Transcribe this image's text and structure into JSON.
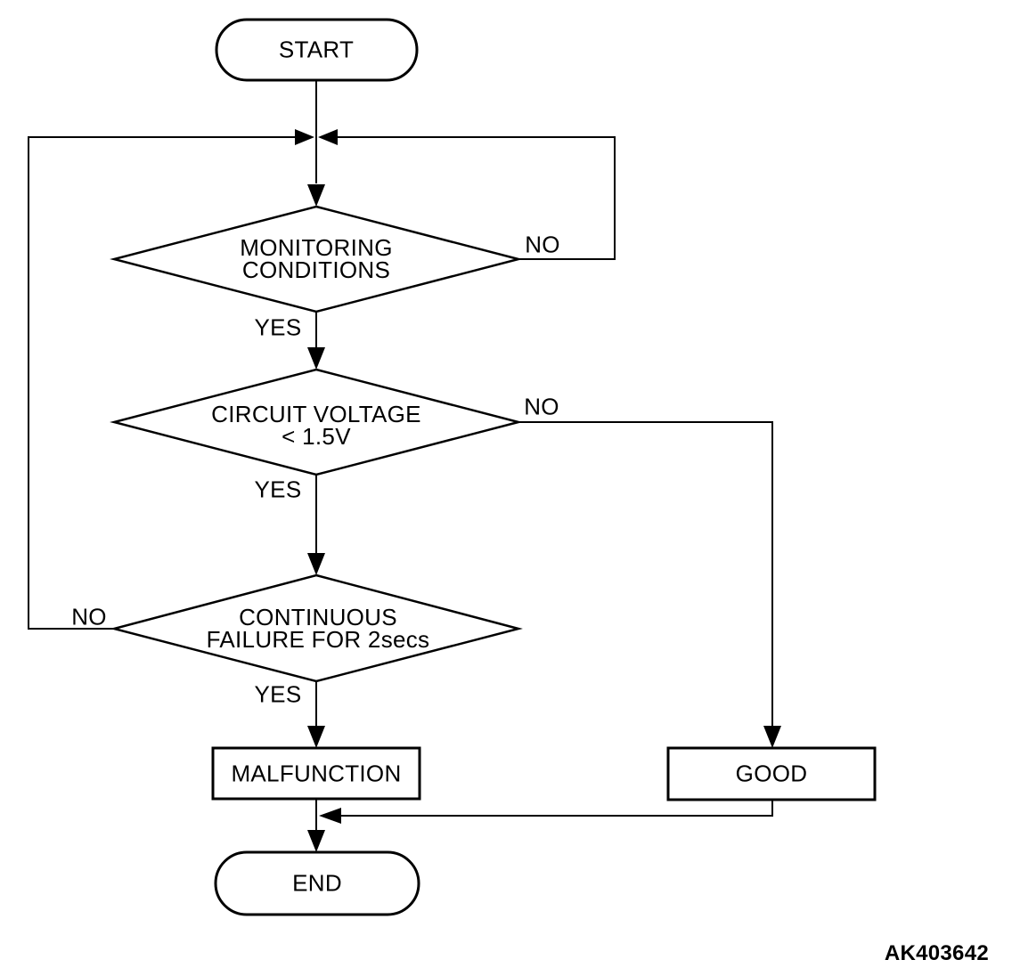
{
  "figure": {
    "code": "AK403642"
  },
  "colors": {
    "line": "#000000",
    "background": "#ffffff",
    "text": "#000000"
  },
  "nodes": {
    "start": {
      "label": "START"
    },
    "monitoring": {
      "line1": "MONITORING",
      "line2": "CONDITIONS"
    },
    "voltage": {
      "line1": "CIRCUIT VOLTAGE",
      "line2": "< 1.5V"
    },
    "failure": {
      "line1": "CONTINUOUS",
      "line2": "FAILURE FOR 2secs"
    },
    "malfunction": {
      "label": "MALFUNCTION"
    },
    "good": {
      "label": "GOOD"
    },
    "end": {
      "label": "END"
    }
  },
  "edge_labels": {
    "monitoring_yes": "YES",
    "monitoring_no": "NO",
    "voltage_yes": "YES",
    "voltage_no": "NO",
    "failure_yes": "YES",
    "failure_no": "NO"
  }
}
